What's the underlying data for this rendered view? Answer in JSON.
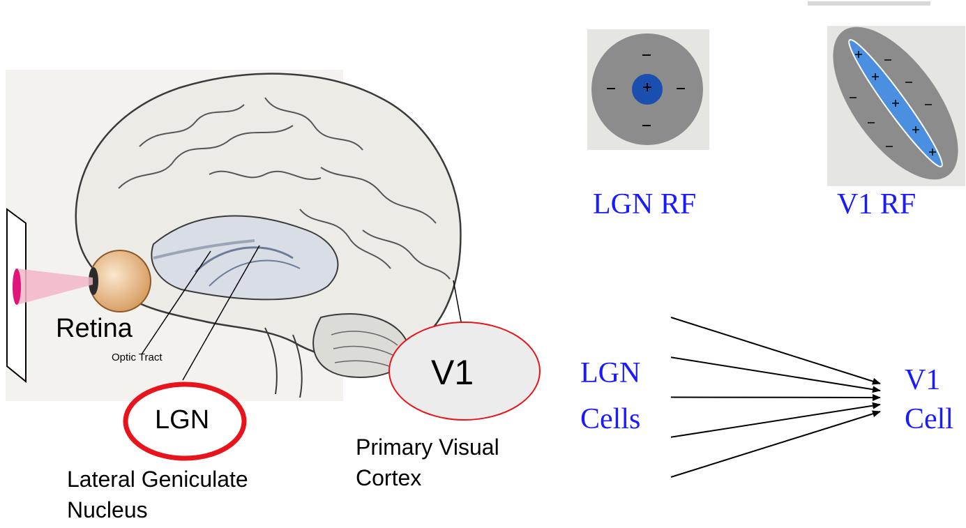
{
  "brain_figure": {
    "retina_label": "Retina",
    "optic_tract_label": "Optic Tract",
    "lgn_label": "LGN",
    "lgn_fullname_line1": "Lateral Geniculate",
    "lgn_fullname_line2": "Nucleus",
    "v1_label": "V1",
    "v1_fullname_line1": "Primary Visual",
    "v1_fullname_line2": "Cortex"
  },
  "receptive_fields": {
    "lgn_rf_label": "LGN RF",
    "v1_rf_label": "V1 RF"
  },
  "convergence": {
    "source_line1": "LGN",
    "source_line2": "Cells",
    "target_line1": "V1",
    "target_line2": "Cell",
    "arrow_count": 5
  },
  "colors": {
    "highlight_red": "#e8141b",
    "label_blue": "#1a1aff",
    "rf_center_blue": "#1a4fb0",
    "rf_bar_blue": "#4a8fe0",
    "rf_gray": "#8c8c8c"
  }
}
